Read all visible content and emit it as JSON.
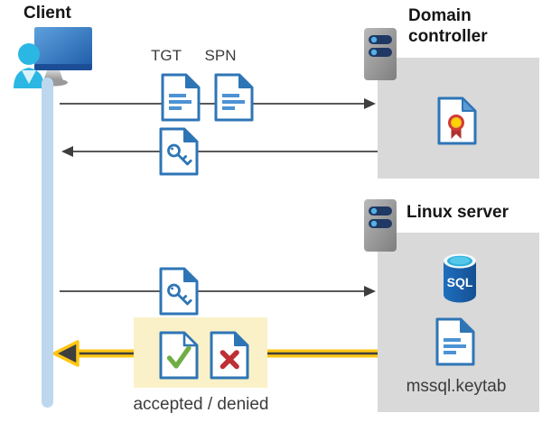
{
  "client": {
    "label": "Client"
  },
  "domain_controller": {
    "label": "Domain controller"
  },
  "linux_server": {
    "label": "Linux server",
    "database_label": "SQL",
    "keytab_label": "mssql.keytab"
  },
  "messages": {
    "tgt_label": "TGT",
    "spn_label": "SPN",
    "result_label": "accepted / denied"
  },
  "flows": [
    {
      "from": "client",
      "to": "domain_controller",
      "items": [
        "TGT",
        "SPN"
      ]
    },
    {
      "from": "domain_controller",
      "to": "client",
      "items": [
        "key-document"
      ]
    },
    {
      "from": "client",
      "to": "linux_server",
      "items": [
        "key-document"
      ]
    },
    {
      "from": "linux_server",
      "to": "client",
      "items": [
        "accepted / denied"
      ],
      "highlighted": true
    }
  ],
  "icons": {
    "client": "user-at-computer-icon",
    "domain_controller": "server-icon",
    "linux_server": "server-icon",
    "tgt": "document-icon",
    "spn": "document-icon",
    "session_key": "key-document-icon",
    "certificate": "certificate-document-icon",
    "database": "sql-database-icon",
    "keytab": "document-icon",
    "accepted": "check-document-icon",
    "denied": "cross-document-icon"
  },
  "colors": {
    "doc_blue": "#2E75B6",
    "doc_line_blue": "#4C92D4",
    "box_gray": "#D9D9D9",
    "highlight_yellow": "#FAF1C8",
    "arrow_gray": "#595959",
    "arrow_yellow": "#FFC612",
    "arrow_core_dark": "#3E3E3E",
    "lifeline_blue": "#BDD7EE",
    "check_green": "#6FAE44",
    "cross_red": "#BE2E35",
    "server_pill_navy": "#1F3864",
    "person_cyan": "#2BB7E4"
  }
}
